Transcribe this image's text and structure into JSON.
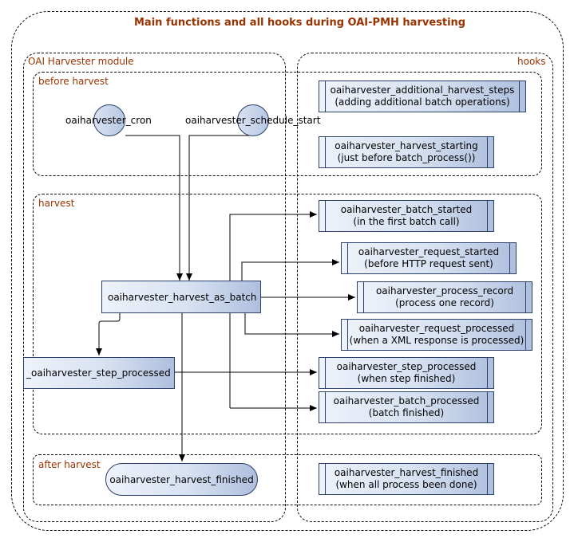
{
  "title": "Main functions and all hooks during OAI-PMH harvesting",
  "groups": {
    "module": "OAI Harvester module",
    "hooks": "hooks",
    "before": "before harvest",
    "harvest": "harvest",
    "after": "after harvest"
  },
  "nodes": {
    "cron": "oaiharvester_cron",
    "schedule_start": "oaiharvester_schedule_start",
    "harvest_as_batch": "oaiharvester_harvest_as_batch",
    "step_processed_fn": "_oaiharvester_step_processed",
    "harvest_finished_fn": "oaiharvester_harvest_finished"
  },
  "hooks": [
    {
      "name": "oaiharvester_additional_harvest_steps",
      "desc": "(adding additional batch operations)"
    },
    {
      "name": "oaiharvester_harvest_starting",
      "desc": "(just before batch_process())"
    },
    {
      "name": "oaiharvester_batch_started",
      "desc": "(in the first batch call)"
    },
    {
      "name": "oaiharvester_request_started",
      "desc": "(before HTTP request sent)"
    },
    {
      "name": "oaiharvester_process_record",
      "desc": "(process one record)"
    },
    {
      "name": "oaiharvester_request_processed",
      "desc": "(when a XML response is processed)"
    },
    {
      "name": "oaiharvester_step_processed",
      "desc": "(when step finished)"
    },
    {
      "name": "oaiharvester_batch_processed",
      "desc": "(batch finished)"
    },
    {
      "name": "oaiharvester_harvest_finished",
      "desc": "(when all process been done)"
    }
  ],
  "colors": {
    "label": "#993300",
    "box_border": "#2a3f6a",
    "box_fill": "#d7e1f1"
  }
}
